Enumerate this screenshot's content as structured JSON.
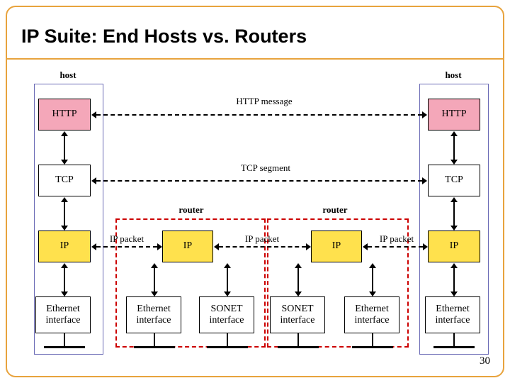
{
  "slide": {
    "title": "IP Suite: End Hosts vs. Routers",
    "page_number": "30",
    "accent_color": "#e8a33d",
    "colors": {
      "application_box": "#f4a7b9",
      "ip_box": "#ffe14d",
      "plain_box": "#ffffff",
      "host_outline": "#6a6ab5",
      "router_outline": "#cc0000"
    }
  },
  "nodes": [
    {
      "id": "host-left",
      "kind_label": "host",
      "layers": [
        {
          "name": "http-left",
          "label": "HTTP"
        },
        {
          "name": "tcp-left",
          "label": "TCP"
        },
        {
          "name": "ip-left",
          "label": "IP"
        },
        {
          "name": "iface-left",
          "label": "Ethernet\ninterface"
        }
      ]
    },
    {
      "id": "router-left",
      "kind_label": "router",
      "layers": [
        {
          "name": "ip-router-left",
          "label": "IP"
        },
        {
          "name": "iface-router-left-a",
          "label": "Ethernet\ninterface"
        },
        {
          "name": "iface-router-left-b",
          "label": "SONET\ninterface"
        }
      ]
    },
    {
      "id": "router-right",
      "kind_label": "router",
      "layers": [
        {
          "name": "ip-router-right",
          "label": "IP"
        },
        {
          "name": "iface-router-right-a",
          "label": "SONET\ninterface"
        },
        {
          "name": "iface-router-right-b",
          "label": "Ethernet\ninterface"
        }
      ]
    },
    {
      "id": "host-right",
      "kind_label": "host",
      "layers": [
        {
          "name": "http-right",
          "label": "HTTP"
        },
        {
          "name": "tcp-right",
          "label": "TCP"
        },
        {
          "name": "ip-right",
          "label": "IP"
        },
        {
          "name": "iface-right",
          "label": "Ethernet\ninterface"
        }
      ]
    }
  ],
  "flows": [
    {
      "name": "http-message-flow",
      "label": "HTTP message"
    },
    {
      "name": "tcp-segment-flow",
      "label": "TCP segment"
    },
    {
      "name": "ip-packet-flow-1",
      "label": "IP packet"
    },
    {
      "name": "ip-packet-flow-2",
      "label": "IP packet"
    },
    {
      "name": "ip-packet-flow-3",
      "label": "IP packet"
    }
  ]
}
